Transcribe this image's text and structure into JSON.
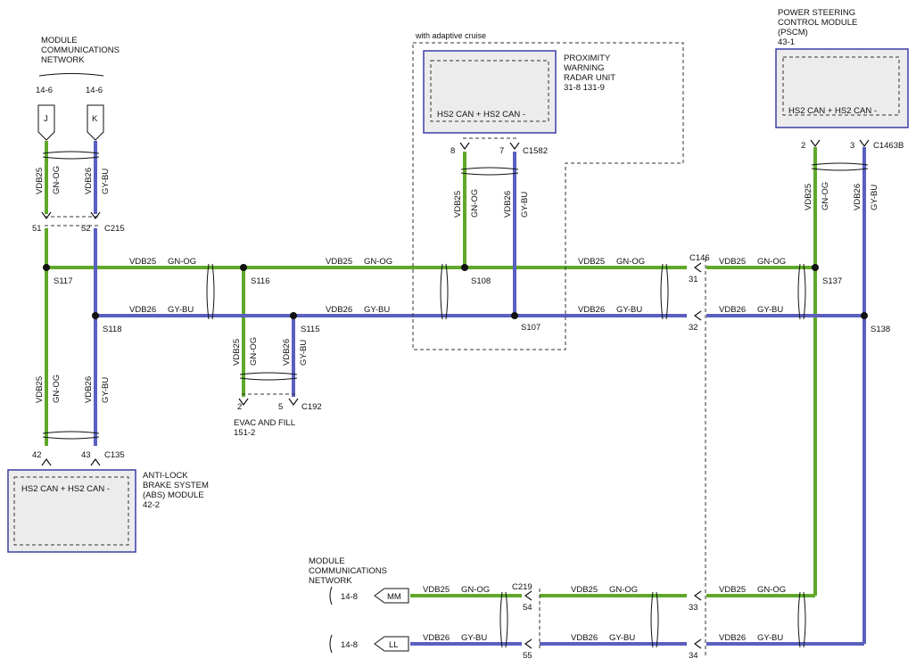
{
  "colors": {
    "gn_og": "#5fa82a",
    "gy_bu": "#5a5fc0",
    "module_border": "#3b3fa8",
    "module_fill": "#ececec",
    "ink": "#111111"
  },
  "top_left": {
    "title": [
      "MODULE",
      "COMMUNICATIONS",
      "NETWORK"
    ],
    "ref_left": "14-6",
    "ref_right": "14-6",
    "tag_j": "J",
    "tag_k": "K"
  },
  "adaptive_cruise": {
    "note": "with adaptive cruise",
    "title": [
      "PROXIMITY",
      "WARNING",
      "RADAR UNIT"
    ],
    "refs": "31-8   131-9",
    "pin_labels": "HS2 CAN +   HS2 CAN -",
    "pin_a": "8",
    "pin_b": "7",
    "connector": "C1582"
  },
  "pscm": {
    "title": [
      "POWER STEERING",
      "CONTROL MODULE",
      "(PSCM)",
      "43-1"
    ],
    "pin_labels": "HS2 CAN +   HS2 CAN -",
    "pin_a": "2",
    "pin_b": "3",
    "connector": "C1463B"
  },
  "abs": {
    "title": [
      "ANTI-LOCK",
      "BRAKE SYSTEM",
      "(ABS) MODULE",
      "42-2"
    ],
    "pin_labels": "HS2 CAN +   HS2 CAN -",
    "pin_a": "42",
    "pin_b": "43",
    "connector": "C135"
  },
  "evac": {
    "title": [
      "EVAC AND FILL",
      "151-2"
    ],
    "pin_a": "2",
    "pin_b": "5",
    "connector": "C192"
  },
  "c215": {
    "pin_a": "51",
    "pin_b": "52",
    "connector": "C215"
  },
  "c146": {
    "connector": "C146",
    "pin_a": "31",
    "pin_b": "32"
  },
  "bottom_network": {
    "title": [
      "MODULE",
      "COMMUNICATIONS",
      "NETWORK"
    ],
    "ref_a": "14-8",
    "ref_b": "14-8",
    "tag_mm": "MM",
    "tag_ll": "LL",
    "c219": "C219",
    "pin_54": "54",
    "pin_55": "55",
    "pin_33": "33",
    "pin_34": "34"
  },
  "splices": {
    "s117": "S117",
    "s116": "S116",
    "s108": "S108",
    "s137": "S137",
    "s118": "S118",
    "s115": "S115",
    "s107": "S107",
    "s138": "S138"
  },
  "wires": {
    "vdb25": "VDB25",
    "vdb26": "VDB26",
    "gn_og": "GN-OG",
    "gy_bu": "GY-BU"
  }
}
